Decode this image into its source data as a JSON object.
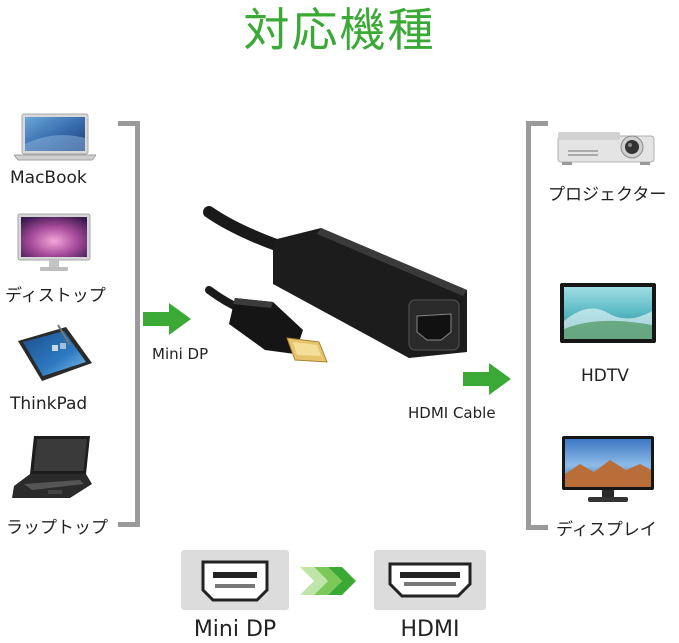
{
  "title": "対応機種",
  "source_devices": [
    {
      "label": "MacBook",
      "icon": "laptop-macbook-icon"
    },
    {
      "label": "ディストップ",
      "icon": "desktop-monitor-icon"
    },
    {
      "label": "ThinkPad",
      "icon": "tablet-thinkpad-icon"
    },
    {
      "label": "ラップトップ",
      "icon": "laptop-black-icon"
    }
  ],
  "target_devices": [
    {
      "label": "プロジェクター",
      "icon": "projector-icon"
    },
    {
      "label": "HDTV",
      "icon": "hdtv-icon"
    },
    {
      "label": "ディスプレイ",
      "icon": "display-monitor-icon"
    }
  ],
  "adapter": {
    "input_caption": "Mini DP",
    "output_caption": "HDMI  Cable"
  },
  "bottom": {
    "left_label": "Mini DP",
    "right_label": "HDMI"
  },
  "colors": {
    "title": "#3aa935",
    "arrow": "#3aa935",
    "bracket": "#9a9a9a"
  }
}
